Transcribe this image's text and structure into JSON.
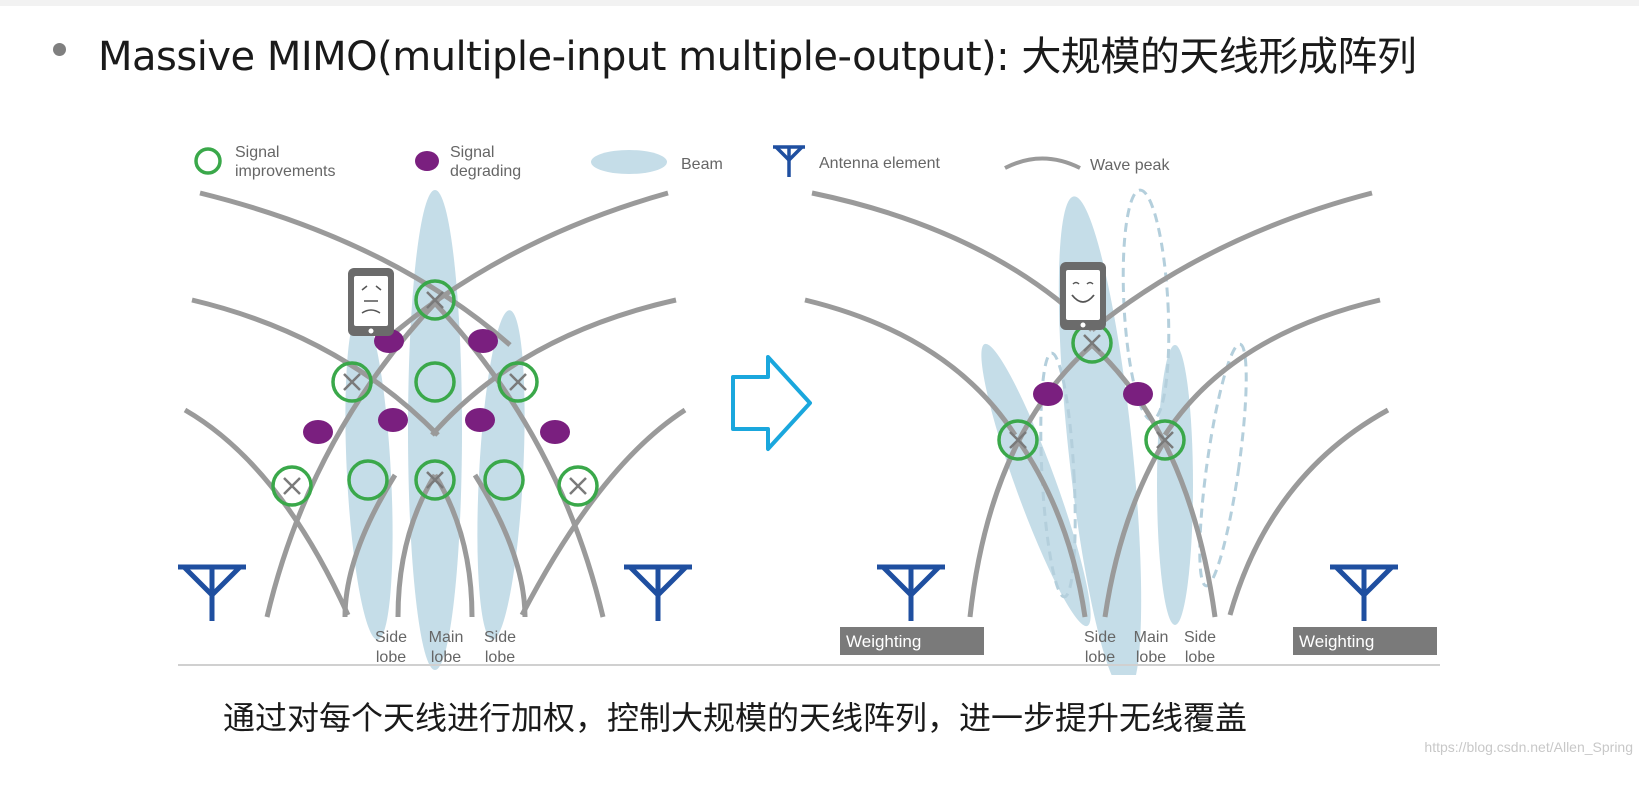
{
  "slide": {
    "title": "Massive MIMO(multiple-input multiple-output): 大规模的天线形成阵列",
    "caption": "通过对每个天线进行加权，控制大规模的天线阵列，进一步提升无线覆盖",
    "watermark": "https://blog.csdn.net/Allen_Spring"
  },
  "legend": {
    "signal_improvements": [
      "Signal",
      "improvements"
    ],
    "signal_degrading": [
      "Signal",
      "degrading"
    ],
    "beam": "Beam",
    "antenna_element": "Antenna element",
    "wave_peak": "Wave peak"
  },
  "labels": {
    "side": "Side",
    "main": "Main",
    "lobe": "lobe",
    "weighting": "Weighting"
  },
  "colors": {
    "improvement": "#3aa84a",
    "degrading": "#7a1f7f",
    "beam": "#c5dde8",
    "wave": "#9a9a9a",
    "antenna": "#1f4fa0",
    "weighting_box": "#7a7a7a",
    "arrow": "#1aa7dd"
  },
  "icons": {
    "phone_sad": "sad-phone-icon",
    "phone_happy": "happy-phone-icon",
    "antenna": "antenna-icon",
    "arrow": "right-arrow-icon"
  }
}
